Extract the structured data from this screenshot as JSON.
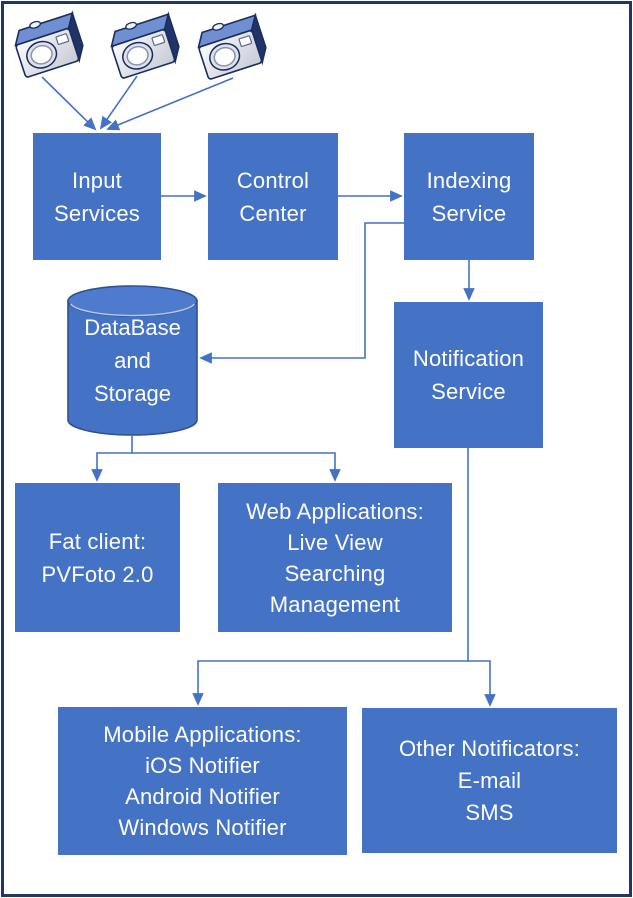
{
  "diagram": {
    "type": "architecture-flowchart",
    "colors": {
      "node_fill": "#4472c4",
      "node_text": "#ffffff",
      "connector": "#4472c4",
      "cylinder_outline": "#2f528f",
      "frame_border": "#1f3765",
      "camera_top": "#6f8fd2",
      "camera_side": "#203468",
      "camera_face": "#f2f3f6"
    },
    "sources": {
      "icon": "camera-icon",
      "count": 3
    },
    "nodes": {
      "input_services": {
        "shape": "rect",
        "lines": [
          "Input",
          "Services"
        ]
      },
      "control_center": {
        "shape": "rect",
        "lines": [
          "Control",
          "Center"
        ]
      },
      "indexing_service": {
        "shape": "rect",
        "lines": [
          "Indexing",
          "Service"
        ]
      },
      "database_storage": {
        "shape": "cylinder",
        "lines": [
          "DataBase",
          "and",
          "Storage"
        ]
      },
      "notification_service": {
        "shape": "rect",
        "lines": [
          "Notification",
          "Service"
        ]
      },
      "fat_client": {
        "shape": "rect",
        "lines": [
          "Fat client:",
          "PVFoto 2.0"
        ]
      },
      "web_applications": {
        "shape": "rect",
        "lines": [
          "Web Applications:",
          "Live View",
          "Searching",
          "Management"
        ]
      },
      "mobile_applications": {
        "shape": "rect",
        "lines": [
          "Mobile Applications:",
          "iOS Notifier",
          "Android Notifier",
          "Windows Notifier"
        ]
      },
      "other_notificators": {
        "shape": "rect",
        "lines": [
          "Other Notificators:",
          "E-mail",
          "SMS"
        ]
      }
    },
    "edges": [
      {
        "from": "camera-1",
        "to": "input_services"
      },
      {
        "from": "camera-2",
        "to": "input_services"
      },
      {
        "from": "camera-3",
        "to": "input_services"
      },
      {
        "from": "input_services",
        "to": "control_center"
      },
      {
        "from": "control_center",
        "to": "indexing_service"
      },
      {
        "from": "indexing_service",
        "to": "notification_service"
      },
      {
        "from": "indexing_service",
        "to": "database_storage"
      },
      {
        "from": "database_storage",
        "to": "fat_client"
      },
      {
        "from": "database_storage",
        "to": "web_applications"
      },
      {
        "from": "notification_service",
        "to": "mobile_applications"
      },
      {
        "from": "notification_service",
        "to": "other_notificators"
      }
    ]
  }
}
